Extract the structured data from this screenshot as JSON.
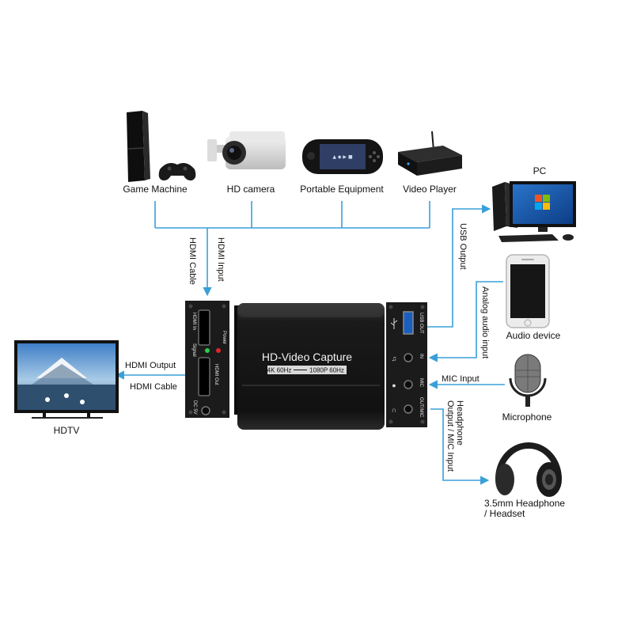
{
  "sources": {
    "game_machine": "Game Machine",
    "hd_camera": "HD camera",
    "portable_equipment": "Portable Equipment",
    "video_player": "Video Player"
  },
  "right_devices": {
    "pc": "PC",
    "audio_device": "Audio device",
    "microphone": "Microphone",
    "headphone_line1": "3.5mm Headphone",
    "headphone_line2": "/ Headset"
  },
  "left_devices": {
    "hdtv": "HDTV"
  },
  "connections": {
    "hdmi_input": "HDMI Input",
    "hdmi_cable_top": "HDMI Cable",
    "hdmi_output": "HDMI Output",
    "hdmi_cable_left": "HDMI Cable",
    "usb_output": "USB Output",
    "analog_audio_input": "Analog audio input",
    "mic_input": "MIC Input",
    "headphone_line1": "Headphone",
    "headphone_line2": "Output / MIC Input"
  },
  "device_panel_left": {
    "hdmi_in": "HDMI In",
    "signal": "Signal",
    "hdmi_out": "HDMI Out",
    "power": "Power",
    "dc_5v": "DC 5V"
  },
  "device_body": {
    "title": "HD-Video Capture",
    "spec_left": "4K 60Hz",
    "spec_right": "1080P 60Hz"
  },
  "device_panel_right": {
    "usb_out": "USB OUT",
    "in": "IN",
    "mic": "MIC",
    "out_mic": "OUT/MIC"
  },
  "colors": {
    "line": "#3a9fd8",
    "device_dark": "#141414",
    "panel": "#1b1b1b"
  }
}
